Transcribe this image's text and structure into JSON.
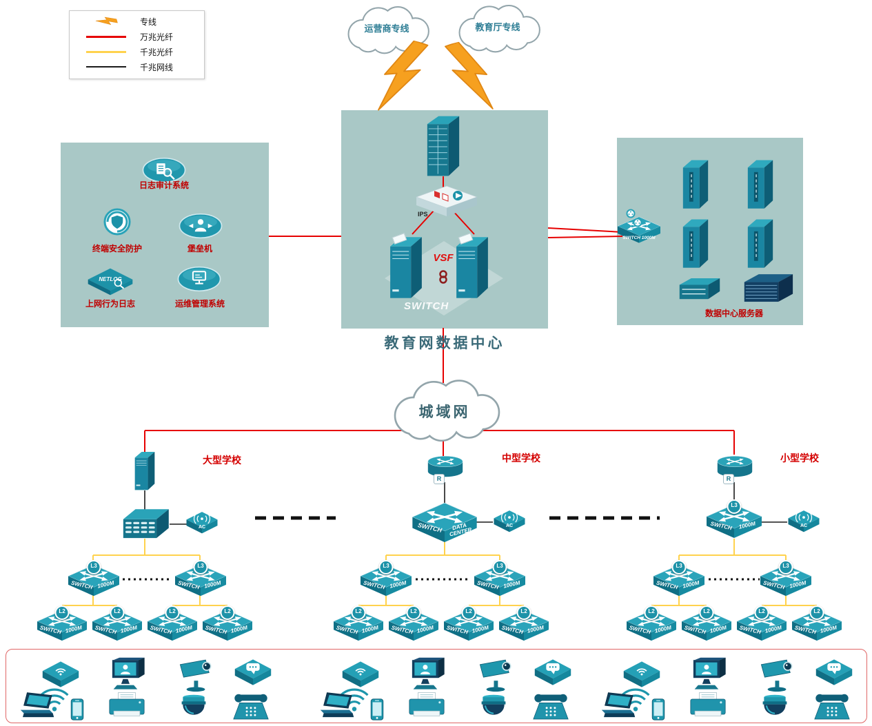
{
  "legend": {
    "items": [
      {
        "label": "专线",
        "icon": "lightning-icon"
      },
      {
        "label": "万兆光纤",
        "icon": "line-10g-fiber",
        "color": "#e60000"
      },
      {
        "label": "千兆光纤",
        "icon": "line-1g-fiber",
        "color": "#ffd24d"
      },
      {
        "label": "千兆网线",
        "icon": "line-1g-copper",
        "color": "#1a1a1a"
      }
    ]
  },
  "clouds": {
    "carrier": "运营商专线",
    "education": "教育厅专线",
    "man": "城域网"
  },
  "datacenter": {
    "title": "教育网数据中心",
    "ips_label": "IPS",
    "vsf_label": "VSF",
    "switch_watermark": "SWITCH"
  },
  "security_zone": {
    "items": [
      {
        "label": "日志审计系统"
      },
      {
        "label": "终端安全防护"
      },
      {
        "label": "堡垒机"
      },
      {
        "label": "上网行为日志",
        "icon_text": "NETLOG"
      },
      {
        "label": "运维管理系统"
      }
    ]
  },
  "server_zone": {
    "caption": "数据中心服务器",
    "switch_label": "SWITCH 1000M"
  },
  "labels": {
    "l3_badge": "L3",
    "l2_badge": "L2",
    "ac": "AC",
    "router_badge": "R",
    "switch_word": "SWITCH",
    "speed_word": "1000M",
    "dc_word": "DATA CENTER"
  },
  "schools": [
    {
      "name": "大型学校"
    },
    {
      "name": "中型学校"
    },
    {
      "name": "小型学校"
    }
  ],
  "endpoints": {
    "devices": [
      "wireless-ap",
      "wifi-signal",
      "laptop",
      "smartphone",
      "monitor",
      "printer",
      "ptz-camera",
      "dome-camera",
      "im-chat",
      "telephone"
    ]
  }
}
